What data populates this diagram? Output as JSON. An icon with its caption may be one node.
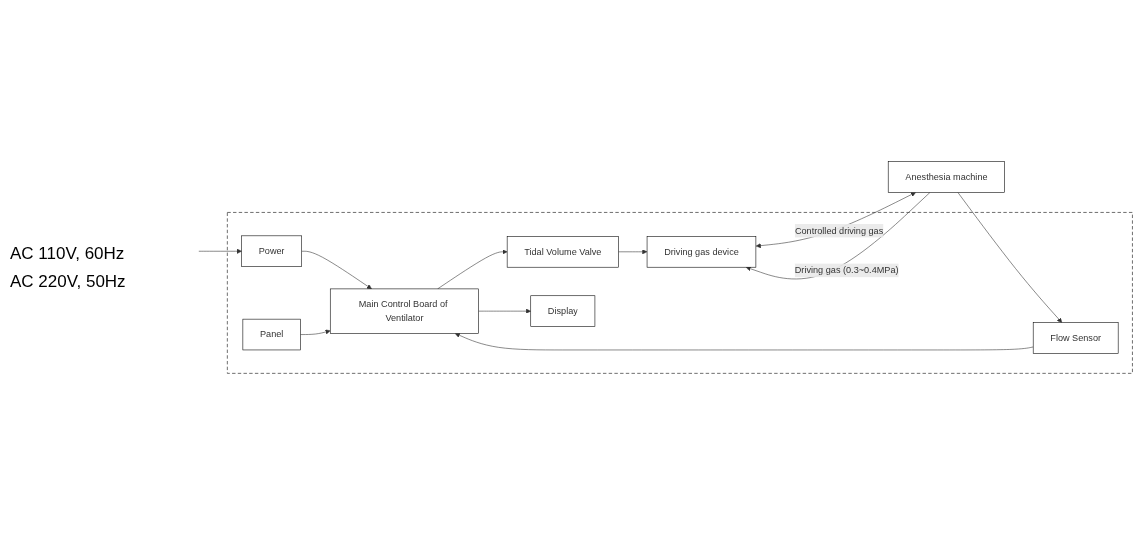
{
  "diagram": {
    "nodes": [
      {
        "text": [],
        "shape": "box"
      },
      {
        "text": [
          "Power"
        ],
        "in": 0
      },
      {
        "text": [
          "Main Control Board of Ventilator"
        ],
        "in": 0
      },
      {
        "text": [
          "Tidal Volume Valve"
        ],
        "in": 0
      },
      {
        "text": [
          "Driving gas device"
        ],
        "in": 0
      },
      {
        "text": [
          "Display"
        ],
        "in": 0
      },
      {
        "text": [
          "Panel"
        ],
        "in": 0
      },
      {
        "text": [
          "Flow Sensor"
        ],
        "in": 0
      },
      {
        "text": [
          "Anesthesia machine"
        ]
      }
    ],
    "edges": [
      {
        "from": null,
        "to": 1,
        "arrow": "to"
      },
      {
        "from": 1,
        "to": 2,
        "arrow": "to"
      },
      {
        "from": 2,
        "to": 3,
        "arrow": "to"
      },
      {
        "from": 3,
        "to": 4,
        "arrow": "to"
      },
      {
        "from": 2,
        "to": 5,
        "arrow": "to"
      },
      {
        "from": 6,
        "to": 2,
        "arrow": "to"
      },
      {
        "from": 8,
        "to": 4,
        "arrow": "to",
        "label": "Driving gas (0.3~0.4MPa)"
      },
      {
        "from": 4,
        "to": 8,
        "arrow": "both",
        "label": "Controlled driving gas"
      },
      {
        "from": 8,
        "to": 7,
        "arrow": "to"
      },
      {
        "from": 7,
        "to": 2,
        "arrow": "to"
      }
    ],
    "labels": [
      "AC 110V, 60Hz",
      "AC 220V, 50Hz"
    ]
  }
}
